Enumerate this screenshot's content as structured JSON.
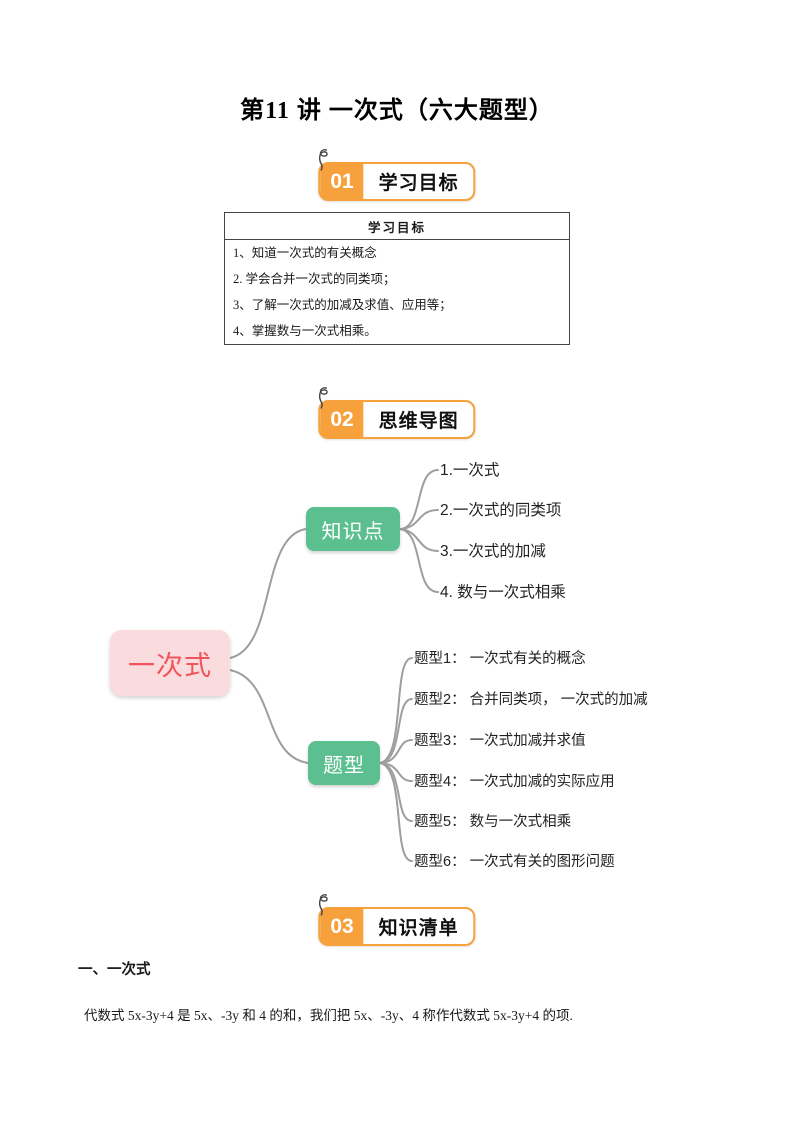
{
  "page": {
    "title": "第11 讲 一次式（六大题型）"
  },
  "sections": {
    "s1": {
      "number": "01",
      "label": "学习目标"
    },
    "s2": {
      "number": "02",
      "label": "思维导图"
    },
    "s3": {
      "number": "03",
      "label": "知识清单"
    }
  },
  "goals_table": {
    "header": "学习目标",
    "rows": [
      "1、知道一次式的有关概念",
      "2. 学会合并一次式的同类项；",
      "3、了解一次式的加减及求值、应用等；",
      "4、掌握数与一次式相乘。"
    ]
  },
  "mindmap": {
    "root": "一次式",
    "branches": [
      {
        "label": "知识点",
        "items": [
          "1.一次式",
          "2.一次式的同类项",
          "3.一次式的加减",
          "4. 数与一次式相乘"
        ]
      },
      {
        "label": "题型",
        "items": [
          "题型1： 一次式有关的概念",
          "题型2： 合并同类项， 一次式的加减",
          "题型3： 一次式加减并求值",
          "题型4： 一次式加减的实际应用",
          "题型5：  数与一次式相乘",
          "题型6： 一次式有关的图形问题"
        ]
      }
    ]
  },
  "knowledge": {
    "heading": "一、一次式",
    "paragraph": "代数式 5x-3y+4 是 5x、-3y 和 4 的和，我们把 5x、-3y、4 称作代数式 5x-3y+4 的项."
  },
  "colors": {
    "accent_orange": "#F7A13D",
    "node_green": "#5CBF8F",
    "root_pink_bg": "#FBDCDE",
    "root_pink_text": "#F0555B",
    "connector_gray": "#9E9E9E"
  }
}
